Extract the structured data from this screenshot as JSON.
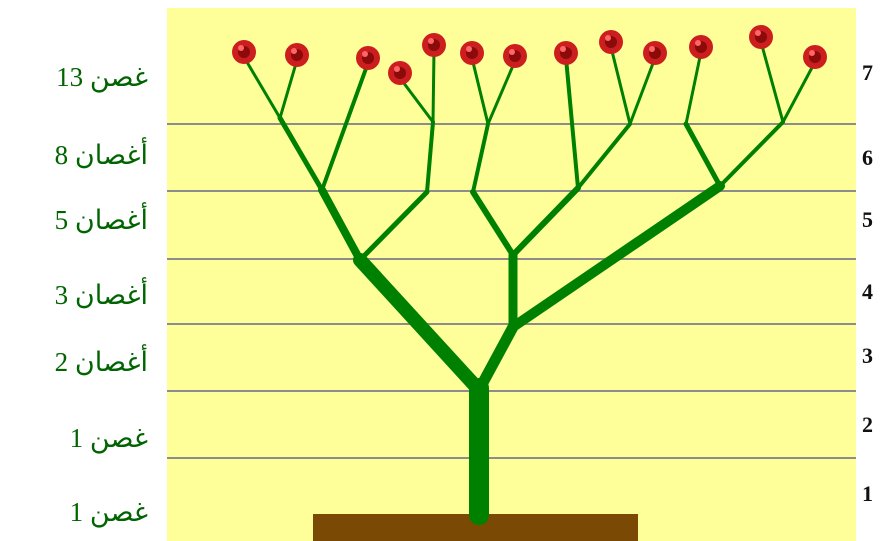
{
  "levels": [
    {
      "number": "7",
      "count_label": "13 غصن"
    },
    {
      "number": "6",
      "count_label": "8 أغصان"
    },
    {
      "number": "5",
      "count_label": "5 أغصان"
    },
    {
      "number": "4",
      "count_label": "3 أغصان"
    },
    {
      "number": "3",
      "count_label": "2 أغصان"
    },
    {
      "number": "2",
      "count_label": "1 غصن"
    },
    {
      "number": "1",
      "count_label": "1 غصن"
    }
  ],
  "colors": {
    "panel_background": "#FFFF99",
    "level_lines": "#8C8C8C",
    "branches": "#008000",
    "pot": "#7A4A05",
    "rose": "#CC1E1E",
    "count_text": "#006400"
  }
}
